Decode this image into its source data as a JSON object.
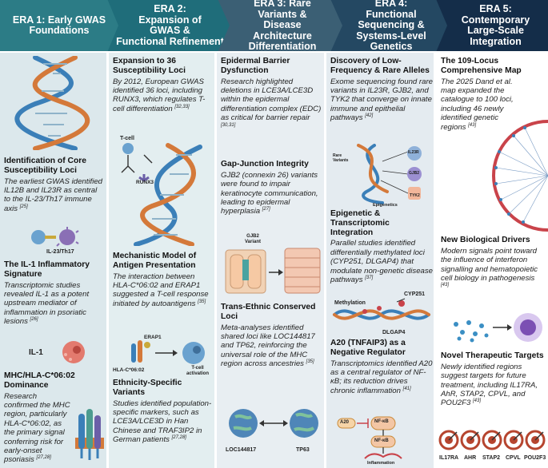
{
  "headers": [
    {
      "line1": "ERA 1: Early GWAS",
      "line2": "Foundations",
      "line3": "",
      "line4": ""
    },
    {
      "line1": "ERA 2:",
      "line2": "Expansion of",
      "line3": "GWAS &",
      "line4": "Functional Refinement"
    },
    {
      "line1": "ERA 3: Rare",
      "line2": "Variants &",
      "line3": "Disease",
      "line4": "Architecture Differentiation"
    },
    {
      "line1": "ERA 4:",
      "line2": "Functional",
      "line3": "Sequencing &",
      "line4": "Systems-Level Genetics"
    },
    {
      "line1": "ERA 5:",
      "line2": "Contemporary",
      "line3": "Large-Scale",
      "line4": "Integration"
    }
  ],
  "era1": {
    "s1": {
      "title": "Identification of Core Susceptibility Loci",
      "body": "The earliest GWAS identified IL12B and IL23R as central to the IL-23/Th17 immune axis",
      "ref": "[25]"
    },
    "s1_label": "IL-23/Th17",
    "s2": {
      "title": "The IL-1 Inflammatory Signature",
      "body": "Transcriptomic studies revealed IL-1 as a potent upstream mediator of inflammation in psoriatic lesions",
      "ref": "[26]"
    },
    "s2_label": "IL-1",
    "s3": {
      "title": "MHC/HLA-C*06:02 Dominance",
      "body": "Research confirmed the MHC region, particularly HLA-C*06:02, as the primary signal conferring risk for early-onset psoriasis",
      "ref": "[27,28]"
    }
  },
  "era2": {
    "s1": {
      "title": "Expansion to 36 Susceptibility Loci",
      "body": "By 2012, European GWAS identified 36 loci, including RUNX3, which regulates T-cell differentiation",
      "ref": "[32,33]"
    },
    "s1_label_a": "T-cell",
    "s1_label_b": "RUNX3",
    "s2": {
      "title": "Mechanistic Model of Antigen Presentation",
      "body": "The interaction between HLA-C*06:02 and ERAP1 suggested a T-cell response initiated by autoantigens",
      "ref": "[35]"
    },
    "s2_label_a": "ERAP1",
    "s2_label_b": "HLA-C*06:02",
    "s2_label_c": "T-cell activation",
    "s3": {
      "title": "Ethnicity-Specific Variants",
      "body": "Studies identified population-specific markers, such as LCE3A/LCE3D in Han Chinese and TRAF3IP2 in German patients",
      "ref": "[27,28]"
    }
  },
  "era3": {
    "s1": {
      "title": "Epidermal Barrier Dysfunction",
      "body": "Research highlighted deletions in LCE3A/LCE3D within the epidermal differentiation complex (EDC) as critical for barrier repair",
      "ref": "[30,31]"
    },
    "s2": {
      "title": "Gap-Junction Integrity",
      "body": "GJB2 (connexin 26) variants were found to impair keratinocyte communication, leading to epidermal hyperplasia",
      "ref": "[27]"
    },
    "s2_label_a": "GJB2",
    "s2_label_b": "Variant",
    "s3": {
      "title": "Trans-Ethnic Conserved Loci",
      "body": "Meta-analyses identified shared loci like LOC144817 and TP62, reinforcing the universal role of the MHC region across ancestries",
      "ref": "[35]"
    },
    "s3_label_a": "LOC144817",
    "s3_label_b": "TP63"
  },
  "era4": {
    "s1": {
      "title": "Discovery of Low-Frequency & Rare Alleles",
      "body": "Exome sequencing found rare variants in IL23R, GJB2, and TYK2 that converge on innate immune and epithelial pathways",
      "ref": "[42]"
    },
    "s1_label_a": "Rare Variants",
    "s1_label_b": "IL23R",
    "s1_label_c": "GJB2",
    "s1_label_d": "TYK2",
    "s1_label_e": "Epigenetics",
    "s2": {
      "title": "Epigenetic & Transcriptomic Integration",
      "body": "Parallel studies identified differentially methylated loci (CYP251, DLGAP4) that modulate non-genetic disease pathways",
      "ref": "[37]"
    },
    "s2_label_a": "Methylation",
    "s2_label_b": "CYP251",
    "s2_label_c": "DLGAP4",
    "s3": {
      "title": "A20 (TNFAIP3) as a Negative Regulator",
      "body": "Transcriptomics identified A20 as a central regulator of NF-κB; its reduction drives chronic inflammation",
      "ref": "[41]"
    },
    "s3_label_a": "A20",
    "s3_label_b": "NF-κB",
    "s3_label_c": "NF-κB",
    "s3_label_d": "Inflammation"
  },
  "era5": {
    "s1": {
      "title": "The 109-Locus Comprehensive Map",
      "body": "The 2025 Dand et al. map expanded the catalogue to 100 loci, including 46 newly identified genetic regions",
      "ref": "[43]"
    },
    "s2": {
      "title": "New Biological Drivers",
      "body": "Modern signals point toward the influence of interferon signalling and hematopoietic cell biology in pathogenesis",
      "ref": "[43]"
    },
    "s3": {
      "title": "Novel Therapeutic Targets",
      "body": "Newly identified regions suggest targets for future treatment, including IL17RA, AhR, STAP2, CPVL, and POU2F3",
      "ref": "[43]"
    },
    "targets": [
      "IL17RA",
      "AHR",
      "STAP2",
      "CPVL",
      "POU2F3"
    ]
  },
  "colors": {
    "era1": "#2c7c86",
    "era2": "#1f6d7a",
    "era3": "#3b5f74",
    "era4": "#244862",
    "era5": "#142d49",
    "dna_orange": "#d4793a",
    "dna_blue": "#3b7fb8"
  }
}
